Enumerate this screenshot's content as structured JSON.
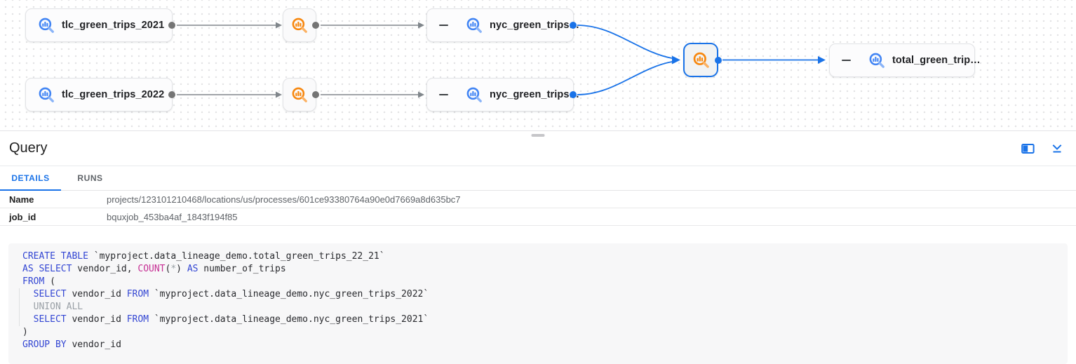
{
  "colors": {
    "accent": "#1a73e8",
    "edge": "#80868b",
    "kw": "#3346d3",
    "fn": "#c62f94",
    "dim": "#9aa0a6",
    "bq_blue": "#4285f4",
    "bq_blue_light": "#8ab4f8",
    "bq_orange": "#f7870e",
    "bq_orange_light": "#fbb264"
  },
  "lineage": {
    "nodes": [
      {
        "label": "tlc_green_trips_2021",
        "type": "table"
      },
      {
        "label": "tlc_green_trips_2022",
        "type": "table"
      },
      {
        "label": "nyc_green_trips…",
        "type": "table"
      },
      {
        "label": "nyc_green_trips…",
        "type": "table"
      },
      {
        "label": "total_green_trip…",
        "type": "table"
      }
    ]
  },
  "panel": {
    "title": "Query",
    "tabs": [
      {
        "label": "DETAILS",
        "active": true
      },
      {
        "label": "RUNS",
        "active": false
      }
    ],
    "fields": [
      {
        "label": "Name",
        "value": "projects/123101210468/locations/us/processes/601ce93380764a90e0d7669a8d635bc7"
      },
      {
        "label": "job_id",
        "value": "bquxjob_453ba4af_1843f194f85"
      }
    ]
  },
  "sql": {
    "lines": [
      [
        {
          "t": "CREATE TABLE",
          "c": "kw"
        },
        {
          "t": " `myproject.data_lineage_demo.total_green_trips_22_21`"
        }
      ],
      [
        {
          "t": "AS SELECT",
          "c": "kw"
        },
        {
          "t": " vendor_id, "
        },
        {
          "t": "COUNT",
          "c": "fn"
        },
        {
          "t": "("
        },
        {
          "t": "*",
          "c": "dim"
        },
        {
          "t": ") "
        },
        {
          "t": "AS",
          "c": "kw"
        },
        {
          "t": " number_of_trips"
        }
      ],
      [
        {
          "t": "FROM",
          "c": "kw"
        },
        {
          "t": " ("
        }
      ],
      [
        {
          "t": "  "
        },
        {
          "t": "SELECT",
          "c": "kw"
        },
        {
          "t": " vendor_id "
        },
        {
          "t": "FROM",
          "c": "kw"
        },
        {
          "t": " `myproject.data_lineage_demo.nyc_green_trips_2022`"
        }
      ],
      [
        {
          "t": "  "
        },
        {
          "t": "UNION ALL",
          "c": "dim"
        }
      ],
      [
        {
          "t": "  "
        },
        {
          "t": "SELECT",
          "c": "kw"
        },
        {
          "t": " vendor_id "
        },
        {
          "t": "FROM",
          "c": "kw"
        },
        {
          "t": " `myproject.data_lineage_demo.nyc_green_trips_2021`"
        }
      ],
      [
        {
          "t": ")"
        }
      ],
      [
        {
          "t": "GROUP BY",
          "c": "kw"
        },
        {
          "t": " vendor_id"
        }
      ]
    ]
  }
}
